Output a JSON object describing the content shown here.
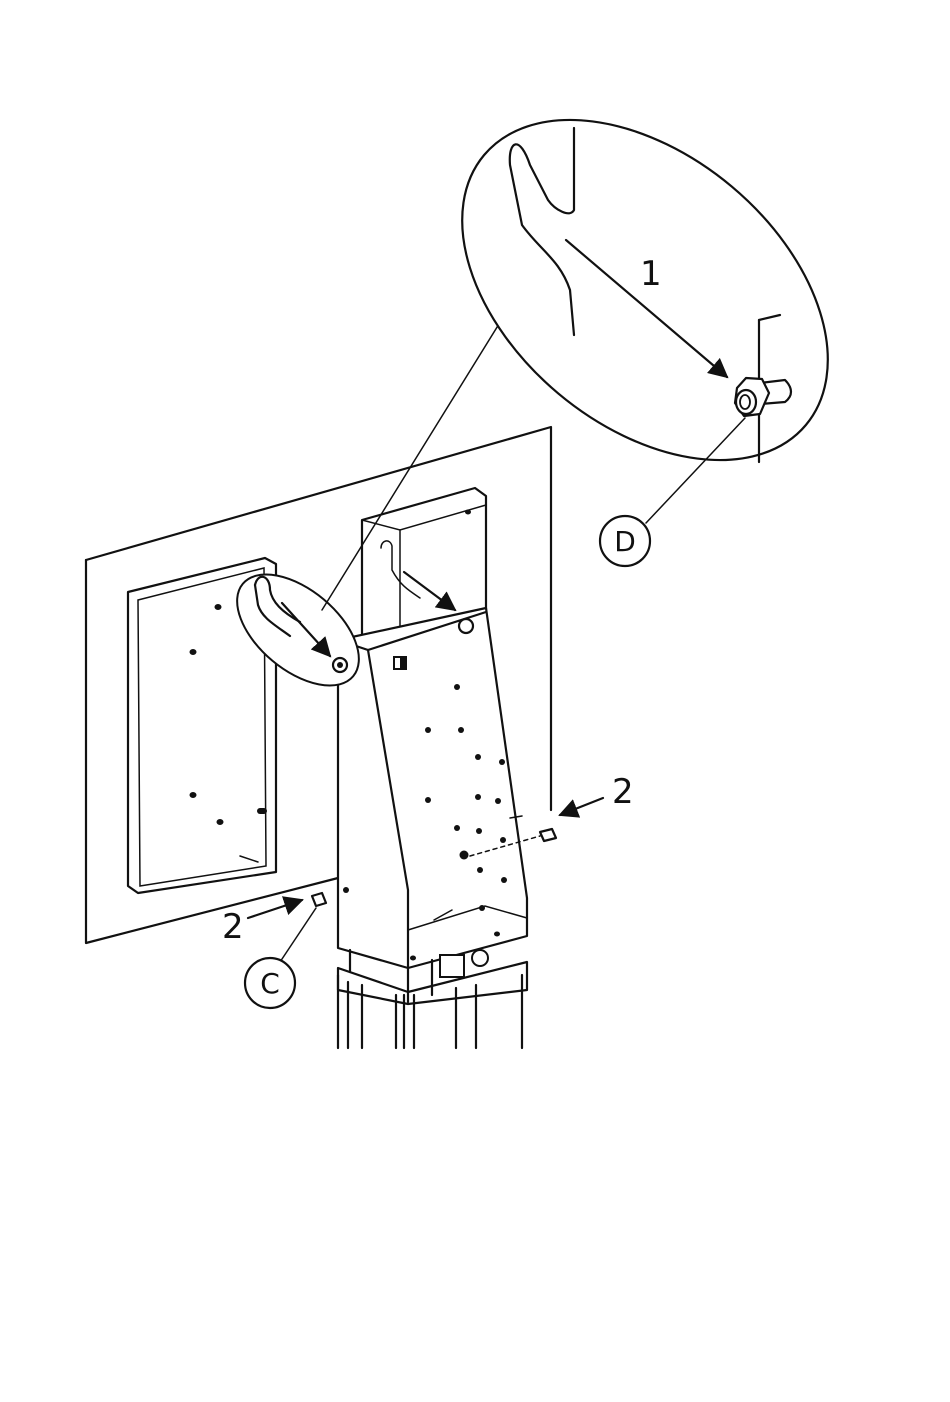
{
  "callouts": {
    "step_1": "1",
    "step_2_right": "2",
    "step_2_left": "2",
    "detail_c": "C",
    "detail_d": "D"
  },
  "colors": {
    "line": "#111111",
    "background": "#ffffff"
  }
}
